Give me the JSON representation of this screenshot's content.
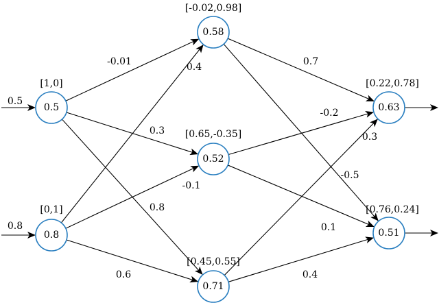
{
  "nodes": [
    {
      "id": "x1",
      "value": "0.5",
      "vector": "[1,0]"
    },
    {
      "id": "x2",
      "value": "0.8",
      "vector": "[0,1]"
    },
    {
      "id": "h1",
      "value": "0.58",
      "vector": "[-0.02,0.98]"
    },
    {
      "id": "h2",
      "value": "0.52",
      "vector": "[0.65,-0.35]"
    },
    {
      "id": "h3",
      "value": "0.71",
      "vector": "[0.45,0.55]"
    },
    {
      "id": "o1",
      "value": "0.63",
      "vector": "[0.22,0.78]"
    },
    {
      "id": "o2",
      "value": "0.51",
      "vector": "[0.76,0.24]"
    }
  ],
  "inputs": [
    {
      "to": "x1",
      "value": "0.5"
    },
    {
      "to": "x2",
      "value": "0.8"
    }
  ],
  "edges": [
    {
      "from": "x1",
      "to": "h1",
      "weight": "-0.01"
    },
    {
      "from": "x1",
      "to": "h2",
      "weight": "0.3"
    },
    {
      "from": "x1",
      "to": "h3",
      "weight": "0.8"
    },
    {
      "from": "x2",
      "to": "h1",
      "weight": "0.4"
    },
    {
      "from": "x2",
      "to": "h2",
      "weight": "-0.1"
    },
    {
      "from": "x2",
      "to": "h3",
      "weight": "0.6"
    },
    {
      "from": "h1",
      "to": "o1",
      "weight": "0.7"
    },
    {
      "from": "h1",
      "to": "o2",
      "weight": "-0.5"
    },
    {
      "from": "h2",
      "to": "o1",
      "weight": "-0.2"
    },
    {
      "from": "h2",
      "to": "o2",
      "weight": "0.1"
    },
    {
      "from": "h3",
      "to": "o1",
      "weight": "0.3"
    },
    {
      "from": "h3",
      "to": "o2",
      "weight": "0.4"
    }
  ],
  "outputs": [
    {
      "from": "o1"
    },
    {
      "from": "o2"
    }
  ]
}
